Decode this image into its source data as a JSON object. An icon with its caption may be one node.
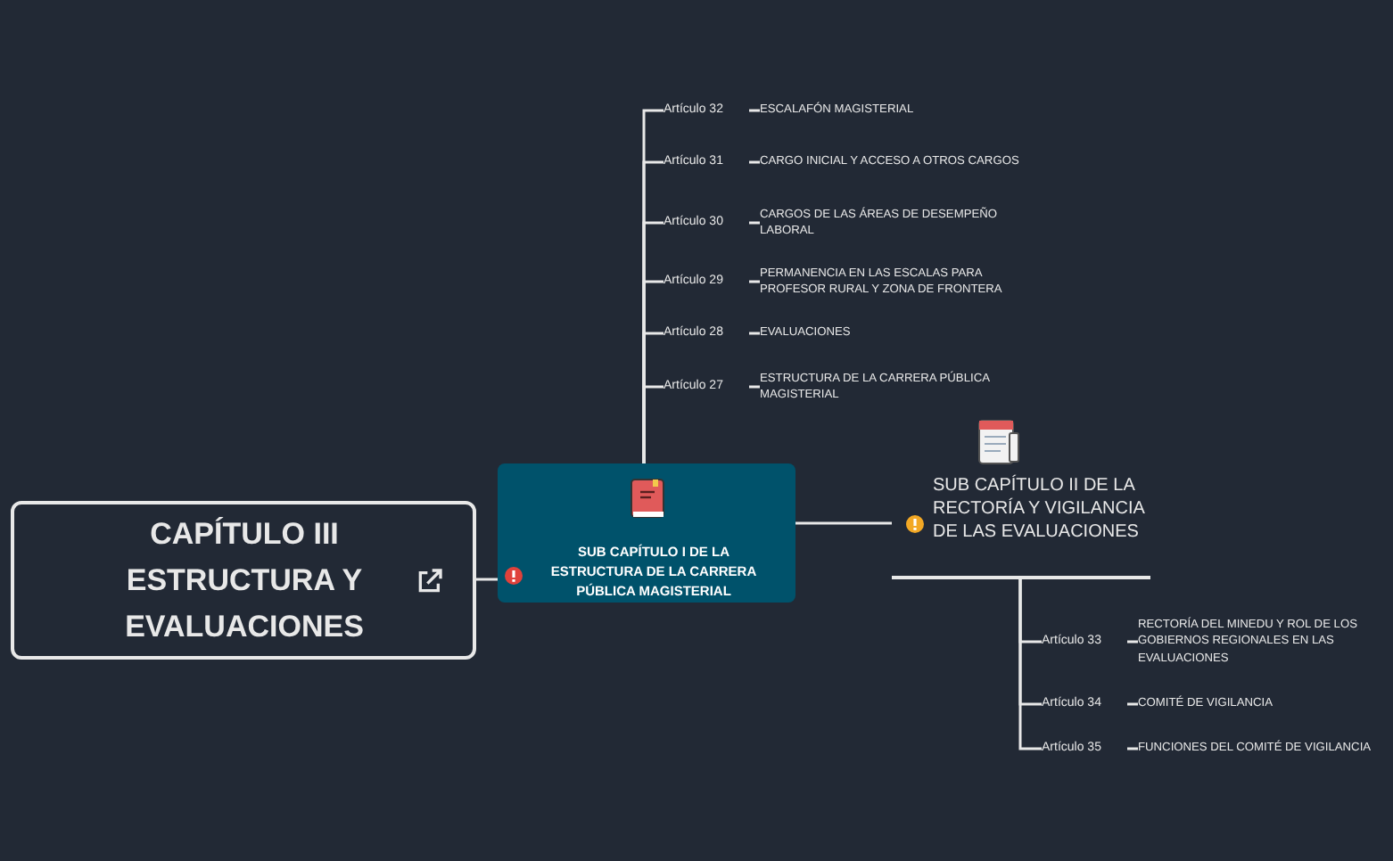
{
  "diagram": {
    "nodes": [
      {
        "text": [
          "CAPÍTULO III ESTRUCTURA Y EVALUACIONES"
        ]
      },
      {
        "text": [
          "SUB CAPÍTULO I DE LA ESTRUCTURA DE LA CARRERA PÚBLICA MAGISTERIAL"
        ]
      },
      {
        "text": [
          "Artículo 32"
        ]
      },
      {
        "text": [
          "ESCALAFÓN MAGISTERIAL"
        ]
      },
      {
        "text": [
          "Artículo 31"
        ]
      },
      {
        "text": [
          "CARGO INICIAL Y ACCESO A OTROS CARGOS"
        ]
      },
      {
        "text": [
          "Artículo 30"
        ]
      },
      {
        "text": [
          "CARGOS DE LAS ÁREAS DE DESEMPEÑO LABORAL"
        ]
      },
      {
        "text": [
          "Artículo 29"
        ]
      },
      {
        "text": [
          "PERMANENCIA EN LAS ESCALAS PARA PROFESOR RURAL Y ZONA DE FRONTERA"
        ]
      },
      {
        "text": [
          "Artículo 28"
        ]
      },
      {
        "text": [
          "EVALUACIONES"
        ]
      },
      {
        "text": [
          "Artículo 27"
        ]
      },
      {
        "text": [
          "ESTRUCTURA DE LA CARRERA PÚBLICA MAGISTERIAL"
        ]
      },
      {
        "text": [
          "SUB CAPÍTULO II DE LA RECTORÍA Y VIGILANCIA DE LAS EVALUACIONES"
        ]
      },
      {
        "text": [
          "Artículo 33"
        ]
      },
      {
        "text": [
          "RECTORÍA DEL MINEDU Y ROL DE LOS GOBIERNOS REGIONALES EN LAS EVALUACIONES"
        ]
      },
      {
        "text": [
          "Artículo 34"
        ]
      },
      {
        "text": [
          "COMITÉ DE VIGILANCIA"
        ]
      },
      {
        "text": [
          "Artículo 35"
        ]
      },
      {
        "text": [
          "FUNCIONES DEL COMITÉ DE VIGILANCIA"
        ]
      }
    ],
    "edges": [
      {
        "from": 0,
        "to": 1,
        "arrow": "none"
      },
      {
        "from": 1,
        "to": 2,
        "arrow": "none"
      },
      {
        "from": 2,
        "to": 3,
        "arrow": "none"
      },
      {
        "from": 1,
        "to": 4,
        "arrow": "none"
      },
      {
        "from": 4,
        "to": 5,
        "arrow": "none"
      },
      {
        "from": 1,
        "to": 6,
        "arrow": "none"
      },
      {
        "from": 6,
        "to": 7,
        "arrow": "none"
      },
      {
        "from": 1,
        "to": 8,
        "arrow": "none"
      },
      {
        "from": 8,
        "to": 9,
        "arrow": "none"
      },
      {
        "from": 1,
        "to": 10,
        "arrow": "none"
      },
      {
        "from": 10,
        "to": 11,
        "arrow": "none"
      },
      {
        "from": 1,
        "to": 12,
        "arrow": "none"
      },
      {
        "from": 12,
        "to": 13,
        "arrow": "none"
      },
      {
        "from": 1,
        "to": 14,
        "arrow": "none"
      },
      {
        "from": 14,
        "to": 15,
        "arrow": "none"
      },
      {
        "from": 15,
        "to": 16,
        "arrow": "none"
      },
      {
        "from": 14,
        "to": 17,
        "arrow": "none"
      },
      {
        "from": 17,
        "to": 18,
        "arrow": "none"
      },
      {
        "from": 14,
        "to": 19,
        "arrow": "none"
      },
      {
        "from": 19,
        "to": 20,
        "arrow": "none"
      }
    ]
  }
}
